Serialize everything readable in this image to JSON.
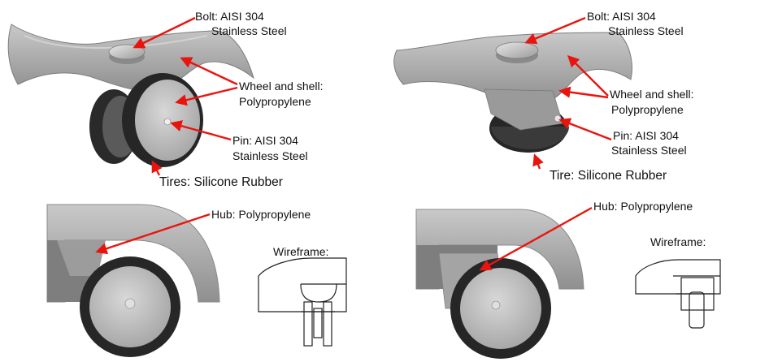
{
  "panel_a": {
    "bolt": {
      "line1": "Bolt: AISI 304",
      "line2": "Stainless Steel"
    },
    "wheel_shell": {
      "line1": "Wheel and shell:",
      "line2": "Polypropylene"
    },
    "pin": {
      "line1": "Pin: AISI 304",
      "line2": "Stainless Steel"
    },
    "tires": "Tires: Silicone Rubber",
    "hub": "Hub: Polypropylene",
    "wireframe": "Wireframe:"
  },
  "panel_b": {
    "bolt": {
      "line1": "Bolt: AISI 304",
      "line2": "Stainless Steel"
    },
    "wheel_shell": {
      "line1": "Wheel and shell:",
      "line2": "Polypropylene"
    },
    "pin": {
      "line1": "Pin: AISI 304",
      "line2": "Stainless Steel"
    },
    "tire": "Tire: Silicone Rubber",
    "hub": "Hub: Polypropylene",
    "wireframe": "Wireframe:"
  },
  "colors": {
    "arrow": "#e8150f",
    "shell": "#b3b3b3",
    "tire": "#262626",
    "wheel": "#c9c9c9"
  }
}
